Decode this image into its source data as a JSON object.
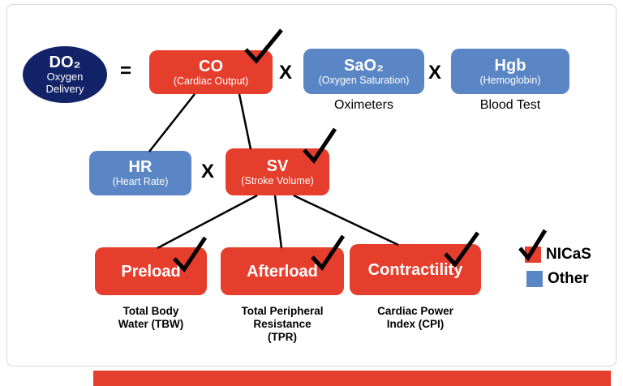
{
  "nodes": {
    "do2": {
      "title": "DO₂",
      "line1": "Oxygen",
      "line2": "Delivery"
    },
    "co": {
      "title": "CO",
      "subtitle": "(Cardiac Output)"
    },
    "sao2": {
      "title": "SaO₂",
      "subtitle": "(Oxygen Saturation)"
    },
    "hgb": {
      "title": "Hgb",
      "subtitle": "(Hemoglobin)"
    },
    "hr": {
      "title": "HR",
      "subtitle": "(Heart Rate)"
    },
    "sv": {
      "title": "SV",
      "subtitle": "(Stroke Volume)"
    },
    "preload": {
      "title": "Preload"
    },
    "afterload": {
      "title": "Afterload"
    },
    "contractility": {
      "title": "Contractility"
    }
  },
  "captions": {
    "oximeters": "Oximeters",
    "blood_test": "Blood Test",
    "preload": "Total Body\nWater (TBW)",
    "afterload": "Total Peripheral\nResistance\n(TPR)",
    "contractility": "Cardiac Power\nIndex (CPI)"
  },
  "operators": {
    "equals": "=",
    "times_sao2": "X",
    "times_hgb": "X",
    "times_sv": "X"
  },
  "legend": {
    "nicas": "NICaS",
    "other": "Other"
  },
  "colors": {
    "nicas_red": "#E63E2D",
    "other_blue": "#5B86C5",
    "navy": "#132368"
  }
}
